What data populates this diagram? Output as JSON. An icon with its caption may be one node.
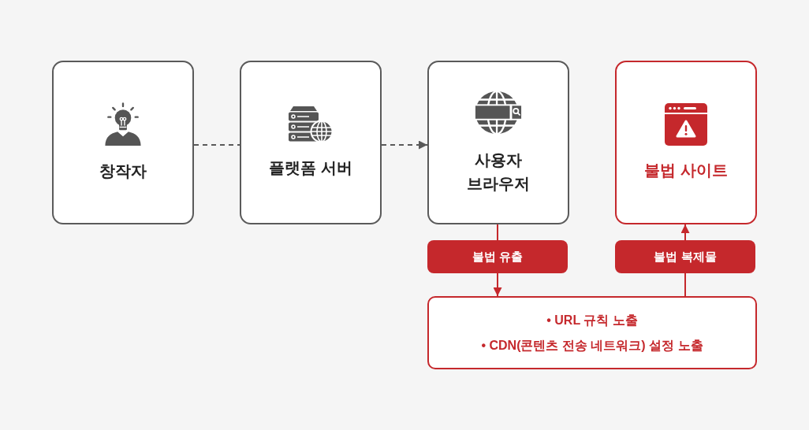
{
  "diagram": {
    "nodes": [
      {
        "text": [
          "창작자"
        ]
      },
      {
        "text": [
          "플랫폼 서버"
        ]
      },
      {
        "text": [
          "사용자 브라우저"
        ]
      },
      {
        "text": [
          "불법 사이트"
        ]
      },
      {
        "text": [
          "불법 유출"
        ]
      },
      {
        "text": [
          "불법 복제물"
        ]
      },
      {
        "text": [
          "• URL 규칙 노출",
          "• CDN(콘텐츠 전송 네트워크) 설정 노출"
        ]
      }
    ],
    "edges": [
      {
        "from": 0,
        "to": 1,
        "arrow": "none",
        "style": "dashed",
        "color": "#595959"
      },
      {
        "from": 1,
        "to": 2,
        "arrow": "to",
        "style": "dashed",
        "color": "#595959"
      },
      {
        "from": 2,
        "to": 4,
        "arrow": "none"
      },
      {
        "from": 4,
        "to": 6,
        "arrow": "to"
      },
      {
        "from": 6,
        "to": 5,
        "arrow": "none"
      },
      {
        "from": 5,
        "to": 3,
        "arrow": "to"
      }
    ]
  }
}
